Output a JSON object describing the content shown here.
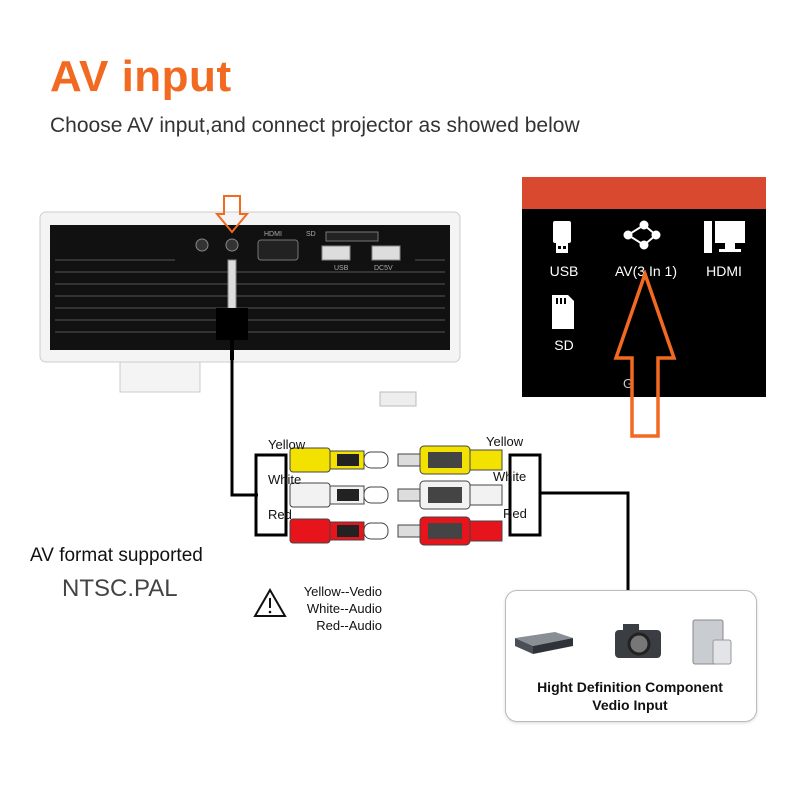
{
  "header": {
    "title": "AV input",
    "subtitle": "Choose AV input,and connect projector as showed below"
  },
  "projector": {
    "port_labels": [
      "HDMI",
      "SD",
      "USB",
      "DC5V"
    ]
  },
  "menu": {
    "items": [
      {
        "label": "USB",
        "icon": "usb-drive-icon"
      },
      {
        "label": "AV(3 In 1)",
        "icon": "share-icon"
      },
      {
        "label": "HDMI",
        "icon": "monitor-icon"
      },
      {
        "label": "SD",
        "icon": "sd-card-icon"
      }
    ],
    "fragment": "G",
    "bar_color": "#d9492f"
  },
  "cables": {
    "left_labels": [
      "Yellow",
      "White",
      "Red"
    ],
    "right_labels": [
      "Yellow",
      "White",
      "Red"
    ],
    "colors": {
      "yellow": "#f3e200",
      "white": "#f2f2f2",
      "red": "#e8141b"
    }
  },
  "format": {
    "title": "AV format supported",
    "value": "NTSC.PAL"
  },
  "legend": {
    "lines": [
      "Yellow--Vedio",
      "White--Audio",
      "Red--Audio"
    ]
  },
  "devices": {
    "caption_line1": "Hight Definition Component",
    "caption_line2": "Vedio Input"
  },
  "accent": "#f26a21"
}
